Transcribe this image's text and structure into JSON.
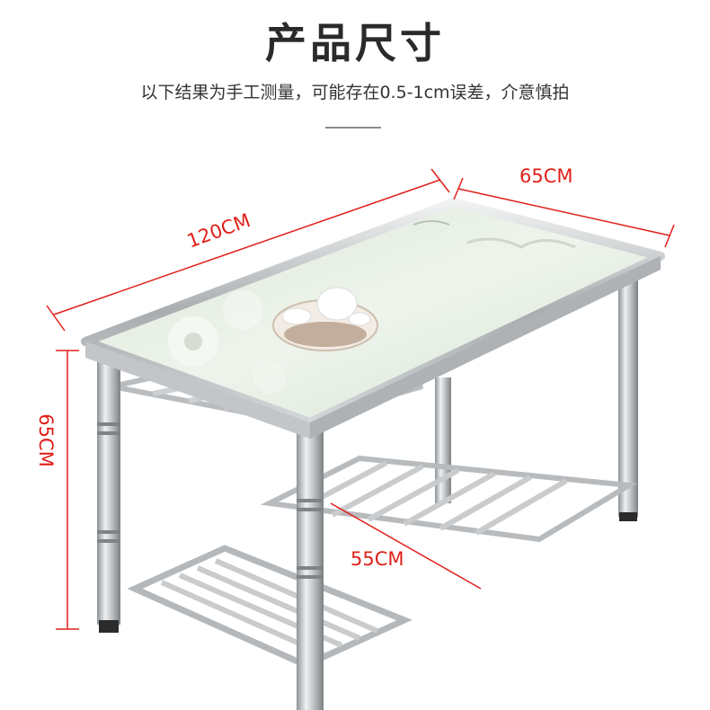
{
  "header": {
    "title": "产品尺寸",
    "subtitle": "以下结果为手工测量，可能存在0.5-1cm误差，介意慎拍"
  },
  "dimensions": {
    "length": "120CM",
    "width": "65CM",
    "height": "65CM",
    "depth": "55CM"
  },
  "colors": {
    "dimension_text": "#e0201a",
    "dimension_line": "#e0201a",
    "steel": "#b9bcbf",
    "glass_top": "#e3eee0"
  }
}
